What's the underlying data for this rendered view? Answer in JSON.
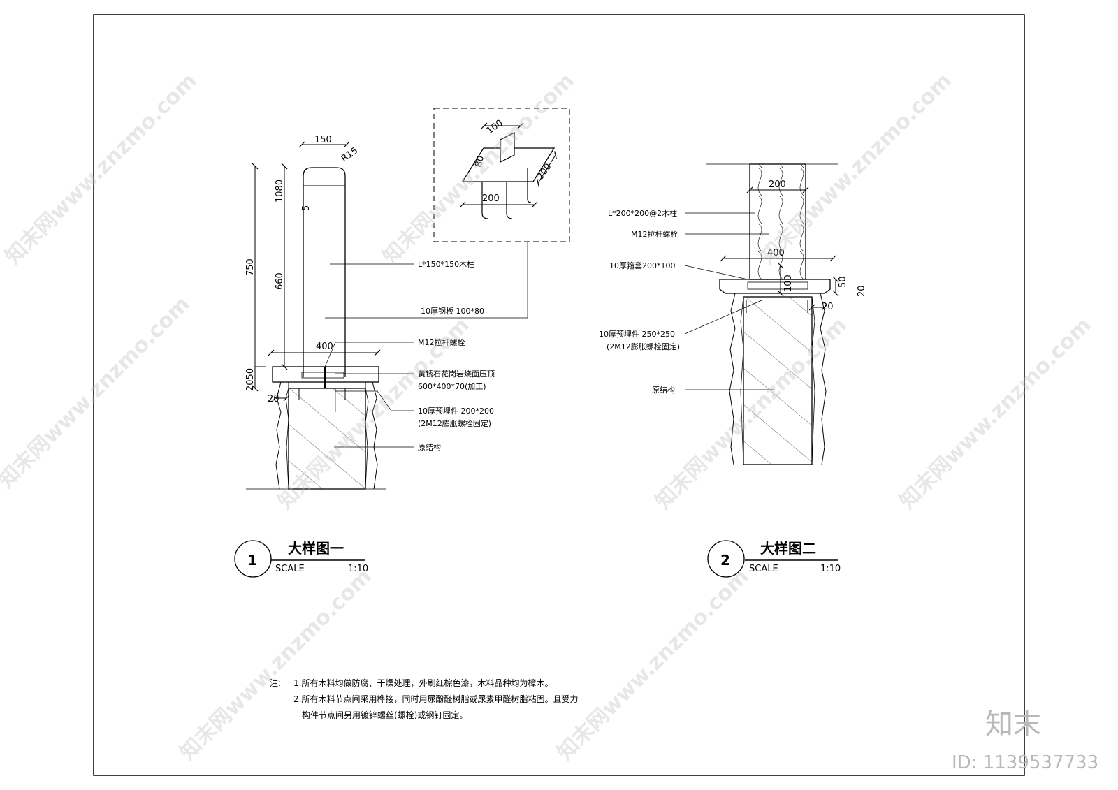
{
  "detail1": {
    "dims": {
      "width_top": "150",
      "radius": "R15",
      "h_1080": "1080",
      "h_5": "5",
      "h_750": "750",
      "h_660": "660",
      "w_400": "400",
      "h_2050": "2050",
      "h_20": "20"
    },
    "labels": {
      "post": "L*150*150木柱",
      "plate": "10厚钢板  100*80",
      "bolt": "M12拉杆螺栓",
      "cap_line1": "黄锈石花岗岩烧面压顶",
      "cap_line2": "600*400*70(加工)",
      "embed_line1": "10厚预埋件  200*200",
      "embed_line2": "(2M12膨胀螺栓固定)",
      "structure": "原结构"
    },
    "title": {
      "number": "1",
      "name": "大样图一",
      "scale_label": "SCALE",
      "scale_value": "1:10"
    }
  },
  "inset": {
    "dims": {
      "d_100": "100",
      "d_80": "80",
      "d_200_right": "200",
      "d_200_bottom": "200"
    }
  },
  "detail2": {
    "dims": {
      "w_200": "200",
      "w_400": "400",
      "h_100": "100",
      "h_50": "50",
      "h_20": "20",
      "h_20b": "20"
    },
    "labels": {
      "post": "L*200*200@2木柱",
      "bolt": "M12拉杆螺栓",
      "sleeve": "10厚箍套200*100",
      "embed_line1": "10厚预埋件  250*250",
      "embed_line2": "(2M12膨胀螺栓固定)",
      "structure": "原结构"
    },
    "title": {
      "number": "2",
      "name": "大样图二",
      "scale_label": "SCALE",
      "scale_value": "1:10"
    }
  },
  "notes": {
    "prefix": "注:",
    "line1": "1.所有木料均做防腐、干燥处理，外刷红棕色漆，木料品种均为樟木。",
    "line2": "2.所有木料节点间采用榫接，同时用尿酚醛树脂或尿素甲醛树脂粘固。且受力",
    "line3": "构件节点间另用镀锌螺丝(螺栓)或钢钉固定。"
  },
  "watermark": {
    "text": "知末网www.znzmo.com",
    "brand": "知末",
    "id": "ID: 1139537733"
  }
}
